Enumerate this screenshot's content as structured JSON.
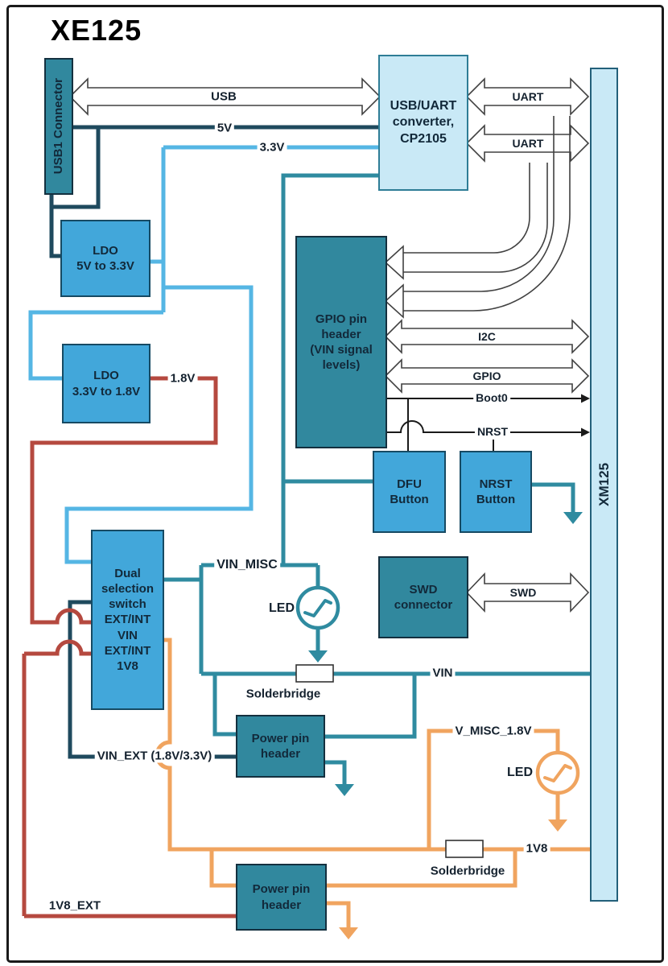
{
  "title": "XE125",
  "palette": {
    "box_blue": "#42a7da",
    "box_teal": "#31889e",
    "box_light": "#c9e9f6",
    "wire_navy": "#1f4a5e",
    "wire_lightblue": "#55b6e4",
    "wire_teal": "#2f8ba0",
    "wire_red": "#b5493f",
    "wire_orange": "#f0a45f"
  },
  "boxes": {
    "usb1": "USB1 Connector",
    "cp2105": "USB/UART\nconverter,\nCP2105",
    "gpio_header": "GPIO pin\nheader\n(VIN signal\nlevels)",
    "dfu_button": "DFU\nButton",
    "nrst_button": "NRST\nButton",
    "swd_connector": "SWD\nconnector",
    "dual_switch": "Dual\nselection\nswitch\nEXT/INT\nVIN\nEXT/INT\n1V8",
    "ldo1": "LDO\n5V to 3.3V",
    "ldo2": "LDO\n3.3V to 1.8V",
    "power_header_top": "Power pin\nheader",
    "power_header_bottom": "Power pin\nheader",
    "xm125": "XM125"
  },
  "labels": {
    "usb": "USB",
    "uart_top": "UART",
    "uart_bottom": "UART",
    "v5": "5V",
    "v33": "3.3V",
    "v18": "1.8V",
    "i2c": "I2C",
    "gpio": "GPIO",
    "boot0": "Boot0",
    "nrst": "NRST",
    "swd": "SWD",
    "vin_misc": "VIN_MISC",
    "led1": "LED",
    "solderbridge1": "Solderbridge",
    "vin": "VIN",
    "vin_ext": "VIN_EXT (1.8V/3.3V)",
    "v_misc_18": "V_MISC_1.8V",
    "led2": "LED",
    "v1v8": "1V8",
    "solderbridge2": "Solderbridge",
    "v1v8_ext": "1V8_EXT"
  }
}
